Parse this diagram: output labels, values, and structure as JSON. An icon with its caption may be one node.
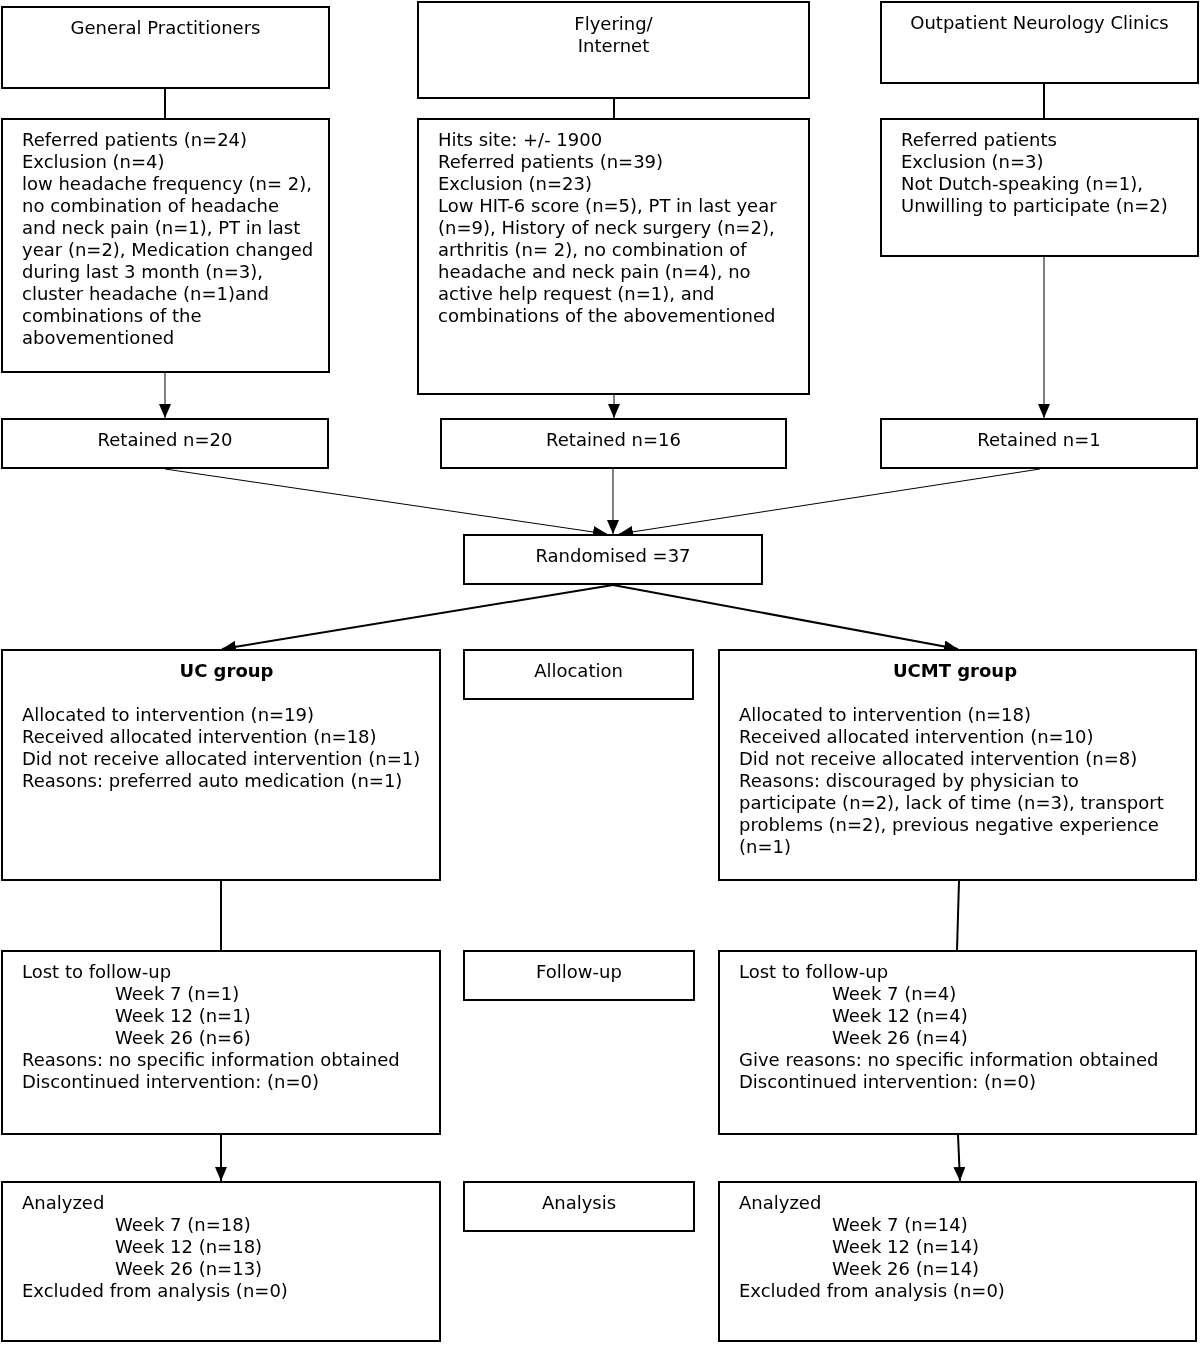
{
  "diagram": {
    "nodes": [
      {
        "text": [
          "General Practitioners"
        ]
      },
      {
        "text": [
          "Referred patients (n=24)",
          "Exclusion (n=4)",
          "low headache frequency (n= 2), no combination of headache and neck pain (n=1), PT in last year (n=2), Medication changed during last 3 month (n=3), cluster headache (n=1)and combinations of the abovementioned"
        ]
      },
      {
        "text": [
          "Flyering/ Internet"
        ]
      },
      {
        "text": [
          "Hits site: +/- 1900",
          "Referred patients (n=39)",
          "Exclusion (n=23)",
          "Low HIT-6 score (n=5), PT in last year (n=9), History of neck surgery (n=2), arthritis (n= 2), no combination of headache and neck pain (n=4), no active help request (n=1), and combinations of the abovementioned"
        ]
      },
      {
        "text": [
          "Outpatient Neurology Clinics"
        ]
      },
      {
        "text": [
          "Referred patients",
          "Exclusion (n=3)",
          "Not Dutch-speaking (n=1), Unwilling to participate (n=2)"
        ]
      },
      {
        "text": [
          "Retained n=20"
        ]
      },
      {
        "text": [
          "Retained n=16"
        ]
      },
      {
        "text": [
          "Retained n=1"
        ]
      },
      {
        "text": [
          "Randomised =37"
        ]
      },
      {
        "text": [
          "UC group",
          "Allocated to intervention (n=19)",
          "Received allocated intervention (n=18)",
          "Did not receive allocated intervention (n=1)",
          "Reasons: preferred auto medication (n=1)"
        ]
      },
      {
        "text": [
          "Allocation"
        ]
      },
      {
        "text": [
          "UCMT group",
          "Allocated to intervention (n=18)",
          "Received allocated intervention (n=10)",
          "Did not receive allocated intervention (n=8)",
          "Reasons: discouraged by physician to participate (n=2), lack of time (n=3), transport problems (n=2), previous negative experience (n=1)"
        ]
      },
      {
        "text": [
          "Lost to follow-up",
          "Week 7 (n=1)",
          "Week 12 (n=1)",
          "Week 26 (n=6)",
          "Reasons: no specific information obtained",
          "Discontinued intervention: (n=0)"
        ]
      },
      {
        "text": [
          "Follow-up"
        ]
      },
      {
        "text": [
          "Lost to follow-up",
          "Week 7 (n=4)",
          "Week 12 (n=4)",
          "Week 26 (n=4)",
          "Give reasons: no specific information obtained",
          "Discontinued intervention: (n=0)"
        ]
      },
      {
        "text": [
          "Analyzed",
          "Week 7 (n=18)",
          "Week 12 (n=18)",
          "Week 26 (n=13)",
          "Excluded from analysis (n=0)"
        ]
      },
      {
        "text": [
          "Analysis"
        ]
      },
      {
        "text": [
          "Analyzed",
          "Week 7 (n=14)",
          "Week 12 (n=14)",
          "Week 26 (n=14)",
          "Excluded from analysis (n=0)"
        ]
      }
    ],
    "edges": [
      {
        "from": 0,
        "to": 1,
        "arrow": "none"
      },
      {
        "from": 2,
        "to": 3,
        "arrow": "none"
      },
      {
        "from": 4,
        "to": 5,
        "arrow": "none"
      },
      {
        "from": 1,
        "to": 6,
        "arrow": "to"
      },
      {
        "from": 3,
        "to": 7,
        "arrow": "to"
      },
      {
        "from": 5,
        "to": 8,
        "arrow": "to"
      },
      {
        "from": 6,
        "to": 9,
        "arrow": "to"
      },
      {
        "from": 7,
        "to": 9,
        "arrow": "to"
      },
      {
        "from": 8,
        "to": 9,
        "arrow": "to"
      },
      {
        "from": 9,
        "to": 10,
        "arrow": "to"
      },
      {
        "from": 9,
        "to": 12,
        "arrow": "to"
      },
      {
        "from": 10,
        "to": 13,
        "arrow": "none"
      },
      {
        "from": 12,
        "to": 15,
        "arrow": "none"
      },
      {
        "from": 13,
        "to": 16,
        "arrow": "to"
      },
      {
        "from": 15,
        "to": 18,
        "arrow": "to"
      }
    ]
  }
}
